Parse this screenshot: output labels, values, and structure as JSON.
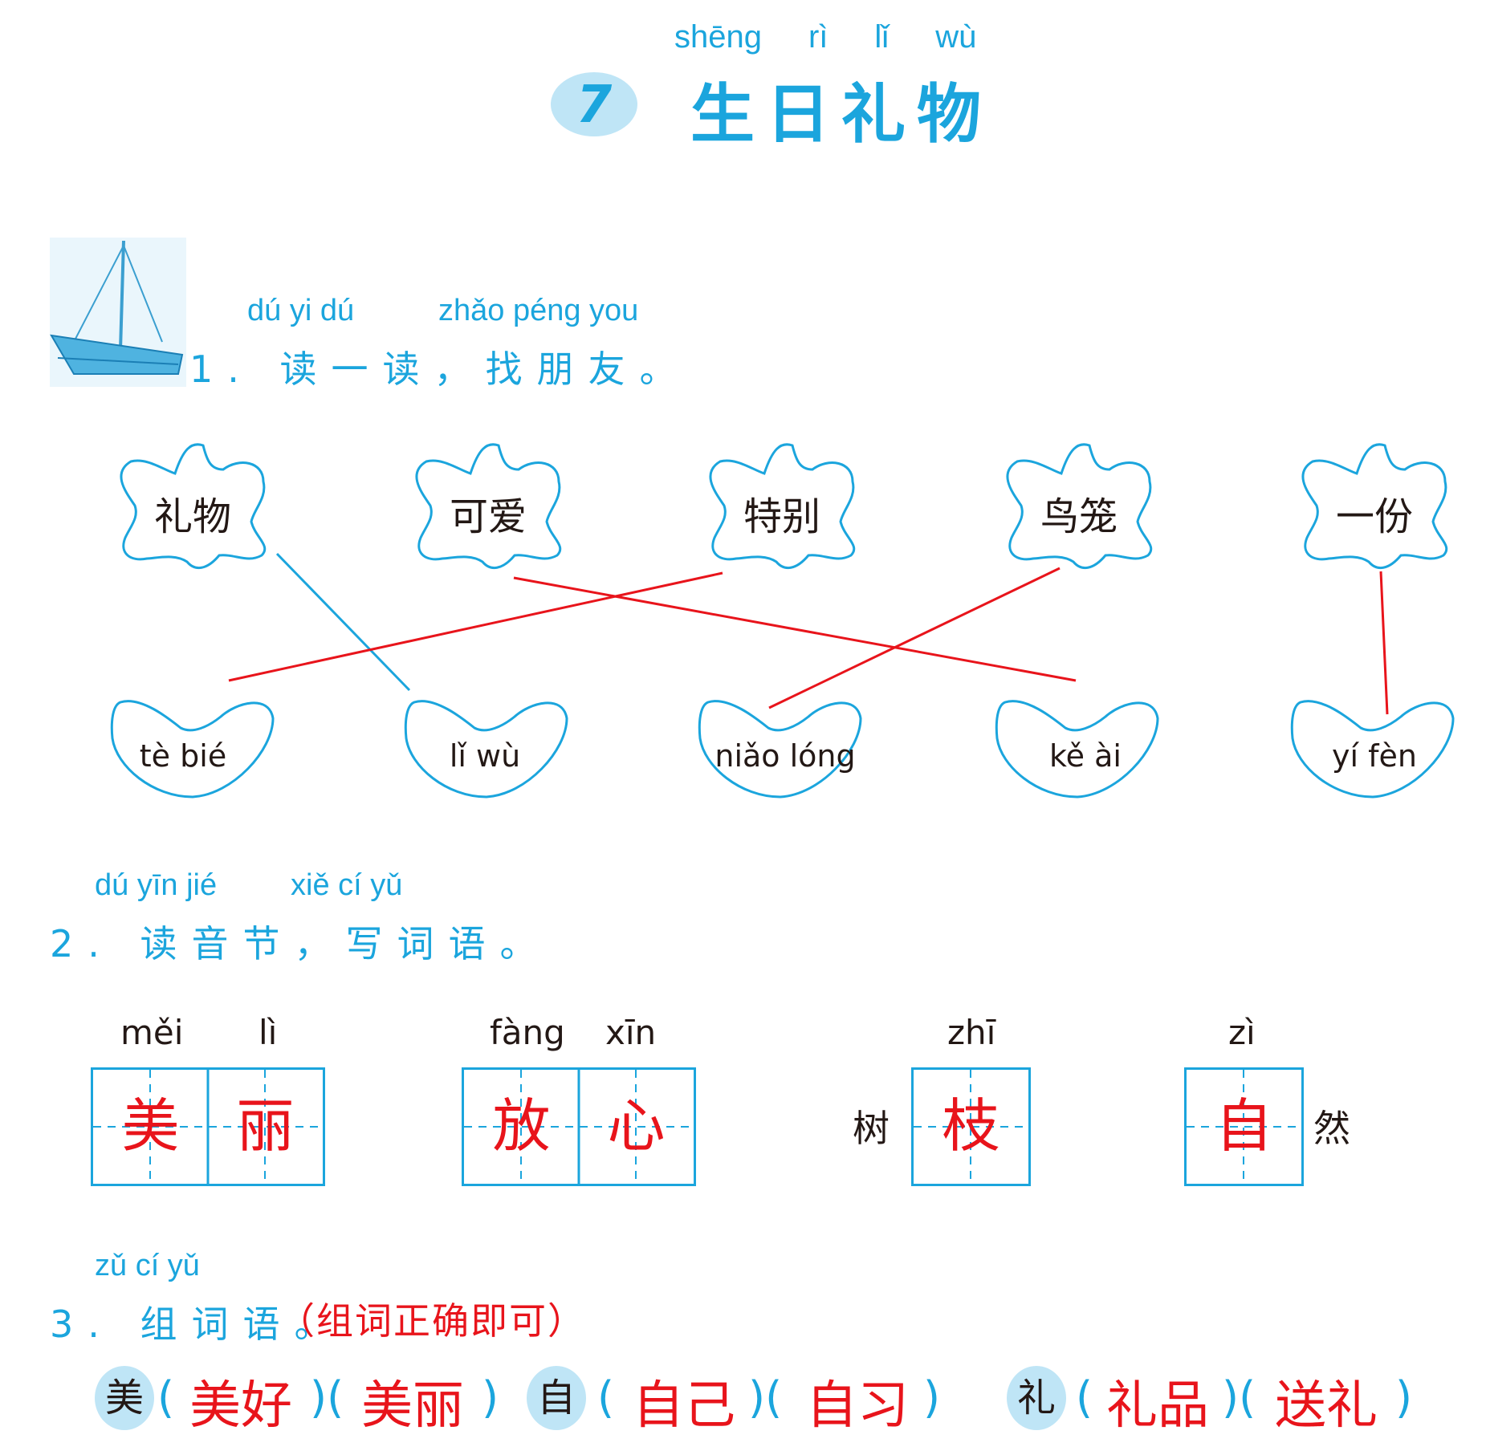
{
  "header": {
    "pinyin": [
      "shēng",
      "rì",
      "lǐ",
      "wù"
    ],
    "lesson_number": "7",
    "title": "生日礼物"
  },
  "section1": {
    "pinyin_a": "dú yi dú",
    "pinyin_b": "zhǎo péng you",
    "title": "1. 读一读，找朋友。",
    "words": [
      "礼物",
      "可爱",
      "特别",
      "鸟笼",
      "一份"
    ],
    "pinyin_words": [
      "tè bié",
      "lǐ wù",
      "niǎo lóng",
      "kě ài",
      "yí fèn"
    ]
  },
  "section2": {
    "pinyin_a": "dú yīn jié",
    "pinyin_b": "xiě cí yǔ",
    "title": "2. 读音节，写词语。",
    "items": [
      {
        "pinyin": [
          "měi",
          "lì"
        ],
        "answers": [
          "美",
          "丽"
        ]
      },
      {
        "pinyin": [
          "fàng",
          "xīn"
        ],
        "answers": [
          "放",
          "心"
        ]
      },
      {
        "pinyin": [
          "zhī"
        ],
        "prefix": "树",
        "answers": [
          "枝"
        ]
      },
      {
        "pinyin": [
          "zì"
        ],
        "answers": [
          "自"
        ],
        "suffix": "然"
      }
    ]
  },
  "section3": {
    "pinyin": "zǔ cí yǔ",
    "title": "3. 组词语。",
    "note": "（组词正确即可）",
    "groups": [
      {
        "char": "美",
        "answers": [
          "美好",
          "美丽"
        ]
      },
      {
        "char": "自",
        "answers": [
          "自己",
          "自习"
        ]
      },
      {
        "char": "礼",
        "answers": [
          "礼品",
          "送礼"
        ]
      }
    ]
  },
  "colors": {
    "accent": "#1ba5dd",
    "answer": "#e8141b",
    "text": "#231815",
    "badge": "#bfe5f6"
  }
}
